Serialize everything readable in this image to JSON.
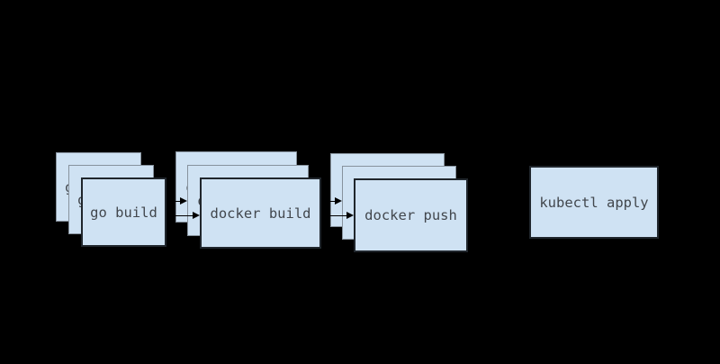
{
  "background_color": "#000000",
  "palette": {
    "card_fill": "#cfe2f3",
    "card_border_front": "#20262c",
    "card_border_back": "#87929d",
    "text_color": "#42474d",
    "arrow_color": "#000000"
  },
  "diagram": {
    "description": "build-and-deploy pipeline flow",
    "stages": [
      {
        "label": "go build",
        "copies": 3,
        "stacked": true
      },
      {
        "label": "docker build",
        "copies": 3,
        "stacked": true
      },
      {
        "label": "docker push",
        "copies": 3,
        "stacked": true
      },
      {
        "label": "kubectl apply",
        "copies": 1,
        "stacked": false
      }
    ],
    "connections": [
      {
        "from": "go build",
        "to": "docker build",
        "arrows_visible": 2
      },
      {
        "from": "docker build",
        "to": "docker push",
        "arrows_visible": 2
      }
    ]
  }
}
